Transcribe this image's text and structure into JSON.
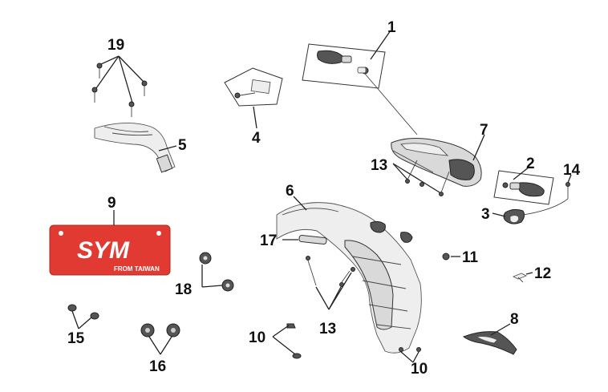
{
  "callouts": [
    "1",
    "2",
    "3",
    "4",
    "5",
    "6",
    "7",
    "8",
    "9",
    "10",
    "10",
    "11",
    "12",
    "13",
    "13",
    "14",
    "15",
    "16",
    "17",
    "18",
    "19"
  ],
  "plate": {
    "brand": "SYM",
    "origin": "FROM TAIWAN",
    "color": "#e03a33"
  },
  "colors": {
    "ink": "#111111",
    "part_fill": "#d9d9d9"
  }
}
